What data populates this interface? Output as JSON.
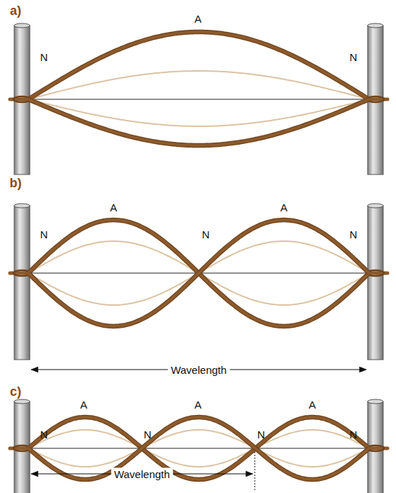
{
  "diagram": {
    "labels": [
      "a)",
      "N",
      "A",
      "N",
      "b)",
      "N",
      "A",
      "N",
      "A",
      "N",
      "Wavelength",
      "c)",
      "N",
      "A",
      "N",
      "A",
      "N",
      "A",
      "N",
      "Wavelength"
    ]
  }
}
